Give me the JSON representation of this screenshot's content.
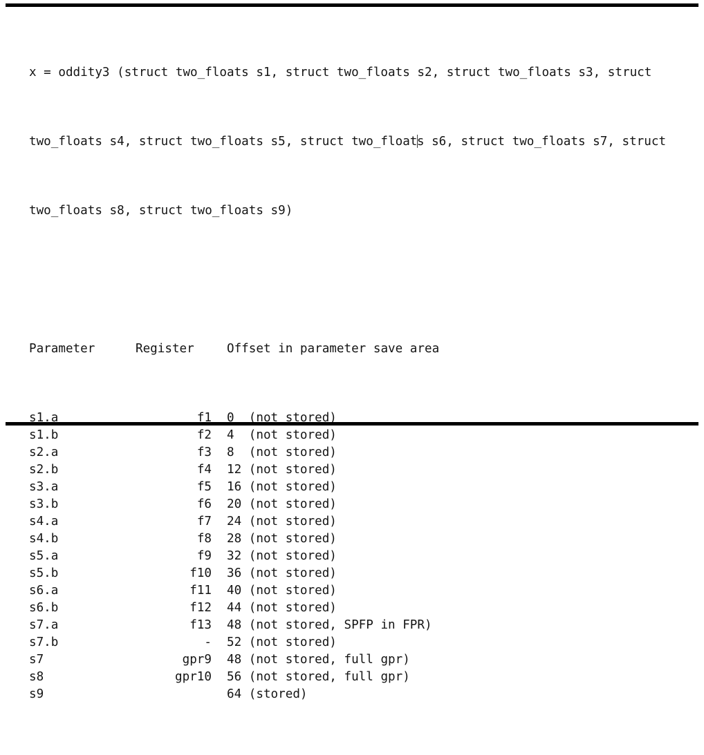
{
  "figure": {
    "rules": {
      "color": "#000000"
    },
    "background": "#ffffff",
    "text_color": "#141414"
  },
  "signature": {
    "line1": "x = oddity3 (struct two_floats s1, struct two_floats s2, struct two_floats s3, struct",
    "line2_before_caret": "two_floats s4, struct two_floats s5, struct two_float",
    "line2_after_caret": "s s6, struct two_floats s7, struct",
    "line3": "two_floats s8, struct two_floats s9)"
  },
  "table": {
    "headers": {
      "parameter": "Parameter",
      "register": "Register",
      "offset": "Offset in parameter save area"
    },
    "rows": [
      {
        "parameter": "s1.a",
        "register": "f1",
        "offset": "0",
        "note": "(not stored)"
      },
      {
        "parameter": "s1.b",
        "register": "f2",
        "offset": "4",
        "note": "(not stored)"
      },
      {
        "parameter": "s2.a",
        "register": "f3",
        "offset": "8",
        "note": "(not stored)"
      },
      {
        "parameter": "s2.b",
        "register": "f4",
        "offset": "12",
        "note": "(not stored)"
      },
      {
        "parameter": "s3.a",
        "register": "f5",
        "offset": "16",
        "note": "(not stored)"
      },
      {
        "parameter": "s3.b",
        "register": "f6",
        "offset": "20",
        "note": "(not stored)"
      },
      {
        "parameter": "s4.a",
        "register": "f7",
        "offset": "24",
        "note": "(not stored)"
      },
      {
        "parameter": "s4.b",
        "register": "f8",
        "offset": "28",
        "note": "(not stored)"
      },
      {
        "parameter": "s5.a",
        "register": "f9",
        "offset": "32",
        "note": "(not stored)"
      },
      {
        "parameter": "s5.b",
        "register": "f10",
        "offset": "36",
        "note": "(not stored)"
      },
      {
        "parameter": "s6.a",
        "register": "f11",
        "offset": "40",
        "note": "(not stored)"
      },
      {
        "parameter": "s6.b",
        "register": "f12",
        "offset": "44",
        "note": "(not stored)"
      },
      {
        "parameter": "s7.a",
        "register": "f13",
        "offset": "48",
        "note": "(not stored, SPFP in FPR)"
      },
      {
        "parameter": "s7.b",
        "register": "-",
        "offset": "52",
        "note": "(not stored)"
      },
      {
        "parameter": "s7",
        "register": "gpr9",
        "offset": "48",
        "note": "(not stored, full gpr)"
      },
      {
        "parameter": "s8",
        "register": "gpr10",
        "offset": "56",
        "note": "(not stored, full gpr)"
      },
      {
        "parameter": "s9",
        "register": "",
        "offset": "64",
        "note": "(stored)"
      }
    ]
  }
}
